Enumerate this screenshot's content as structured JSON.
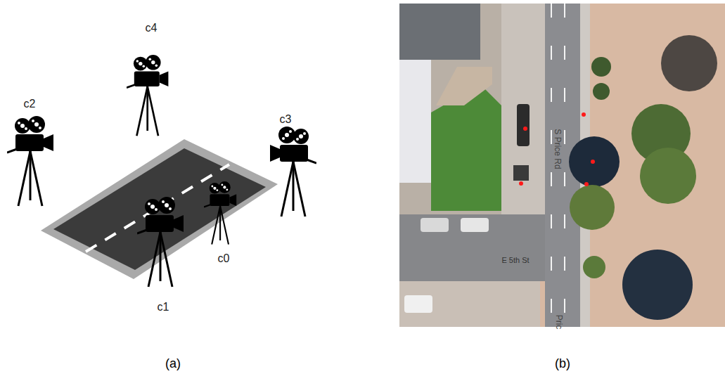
{
  "diagram": {
    "labels": [
      "c4",
      "c2",
      "c3",
      "c0",
      "c1",
      "S Price Rd",
      "E 5th St",
      "Pric",
      "(a)",
      "(b)"
    ]
  }
}
